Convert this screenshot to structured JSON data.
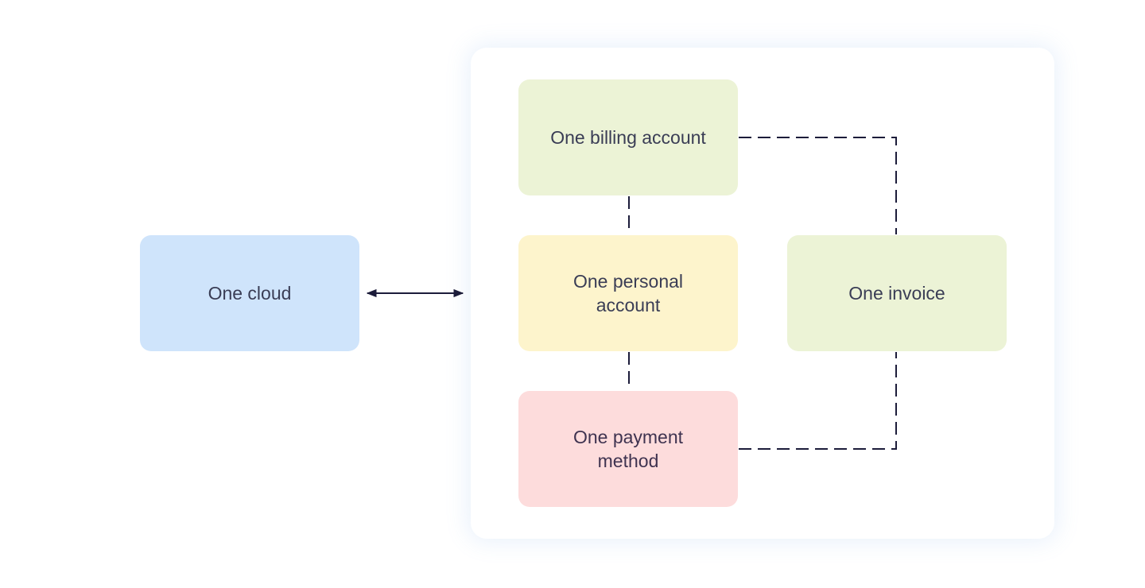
{
  "nodes": {
    "cloud": "One cloud",
    "billing_account": "One billing account",
    "personal_account": "One personal account",
    "payment_method": "One payment method",
    "invoice": "One invoice"
  },
  "edges": [
    {
      "from": "cloud",
      "to": "account_group",
      "style": "solid",
      "arrows": "both"
    },
    {
      "from": "billing_account",
      "to": "personal_account",
      "style": "dashed"
    },
    {
      "from": "personal_account",
      "to": "payment_method",
      "style": "dashed"
    },
    {
      "from": "billing_account",
      "to": "invoice",
      "style": "dashed"
    },
    {
      "from": "payment_method",
      "to": "invoice",
      "style": "dashed"
    }
  ],
  "colors": {
    "cloud": "#cfe4fb",
    "billing_account": "#ecf3d6",
    "personal_account": "#fdf4cc",
    "payment_method": "#fddcdc",
    "invoice": "#ecf3d6",
    "connector": "#1c1c3a",
    "text": "#3a3d55"
  }
}
